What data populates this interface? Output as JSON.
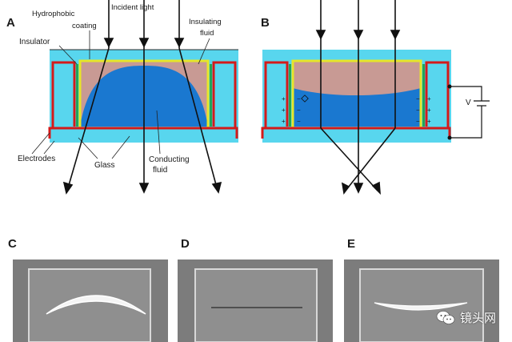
{
  "panel_a": {
    "letter": "A",
    "incident_light": "Incident light",
    "hydrophobic": [
      "Hydrophobic",
      "coating"
    ],
    "insulator": "Insulator",
    "insulating_fluid": [
      "Insulating",
      "fluid"
    ],
    "electrodes": "Electrodes",
    "glass": "Glass",
    "conducting_fluid": [
      "Conducting",
      "fluid"
    ]
  },
  "panel_b": {
    "letter": "B",
    "voltage": "V"
  },
  "photos": [
    {
      "letter": "C"
    },
    {
      "letter": "D"
    },
    {
      "letter": "E"
    }
  ],
  "watermark": {
    "text": "镜头网",
    "icon": "wechat-icon"
  },
  "colors": {
    "cyan": "#58d6ee",
    "oil": "#c89a94",
    "water": "#1a78d0",
    "electrode": "#d41a1a",
    "coating": "#e6e629",
    "insulator": "#1fa65a"
  }
}
